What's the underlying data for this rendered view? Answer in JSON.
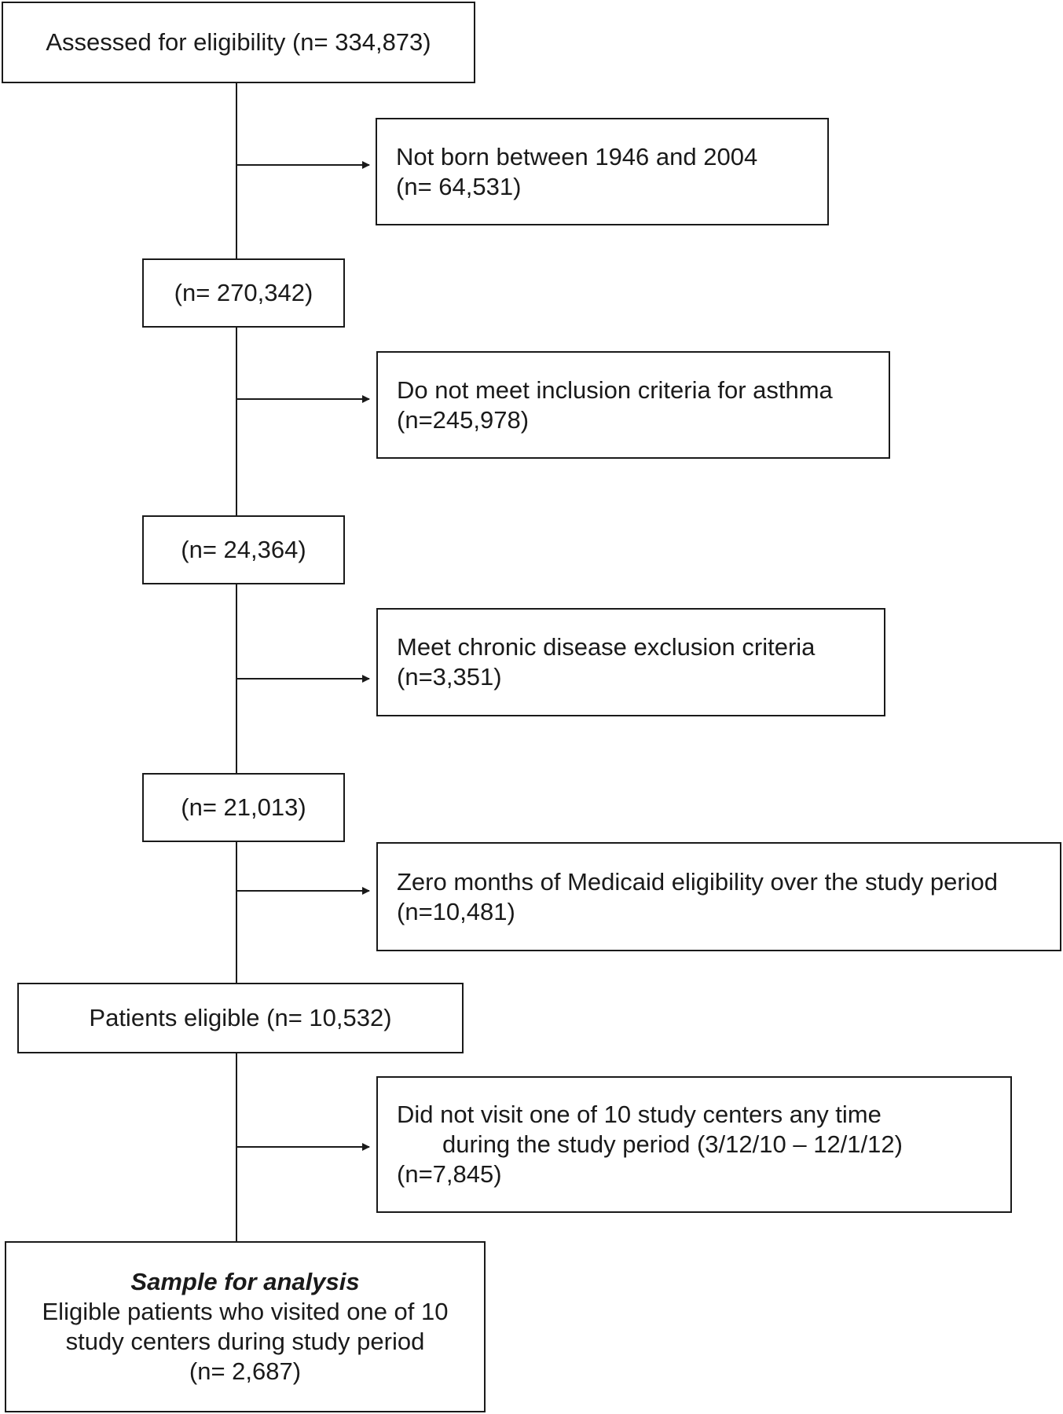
{
  "main_flow": {
    "assessed": "Assessed for eligibility (n= 334,873)",
    "after_birth": "(n= 270,342)",
    "after_asthma": "(n= 24,364)",
    "after_chronic": "(n= 21,013)",
    "patients_eligible": "Patients eligible (n= 10,532)",
    "final": {
      "heading": "Sample for analysis",
      "line1": "Eligible patients who visited one of 10",
      "line2": "study centers during study period",
      "line3": "(n= 2,687)"
    }
  },
  "exclusions": [
    {
      "line1": "Not born between 1946 and 2004",
      "line2": "(n= 64,531)"
    },
    {
      "line1": "Do not meet inclusion criteria for asthma",
      "line2": "(n=245,978)"
    },
    {
      "line1": "Meet chronic disease exclusion criteria",
      "line2": "(n=3,351)"
    },
    {
      "line1": "Zero months of Medicaid eligibility over the study period",
      "line2": "(n=10,481)"
    },
    {
      "line1": "Did not visit one of 10 study centers any time",
      "line2": "during the study period (3/12/10 – 12/1/12)",
      "line3": "(n=7,845)"
    }
  ]
}
